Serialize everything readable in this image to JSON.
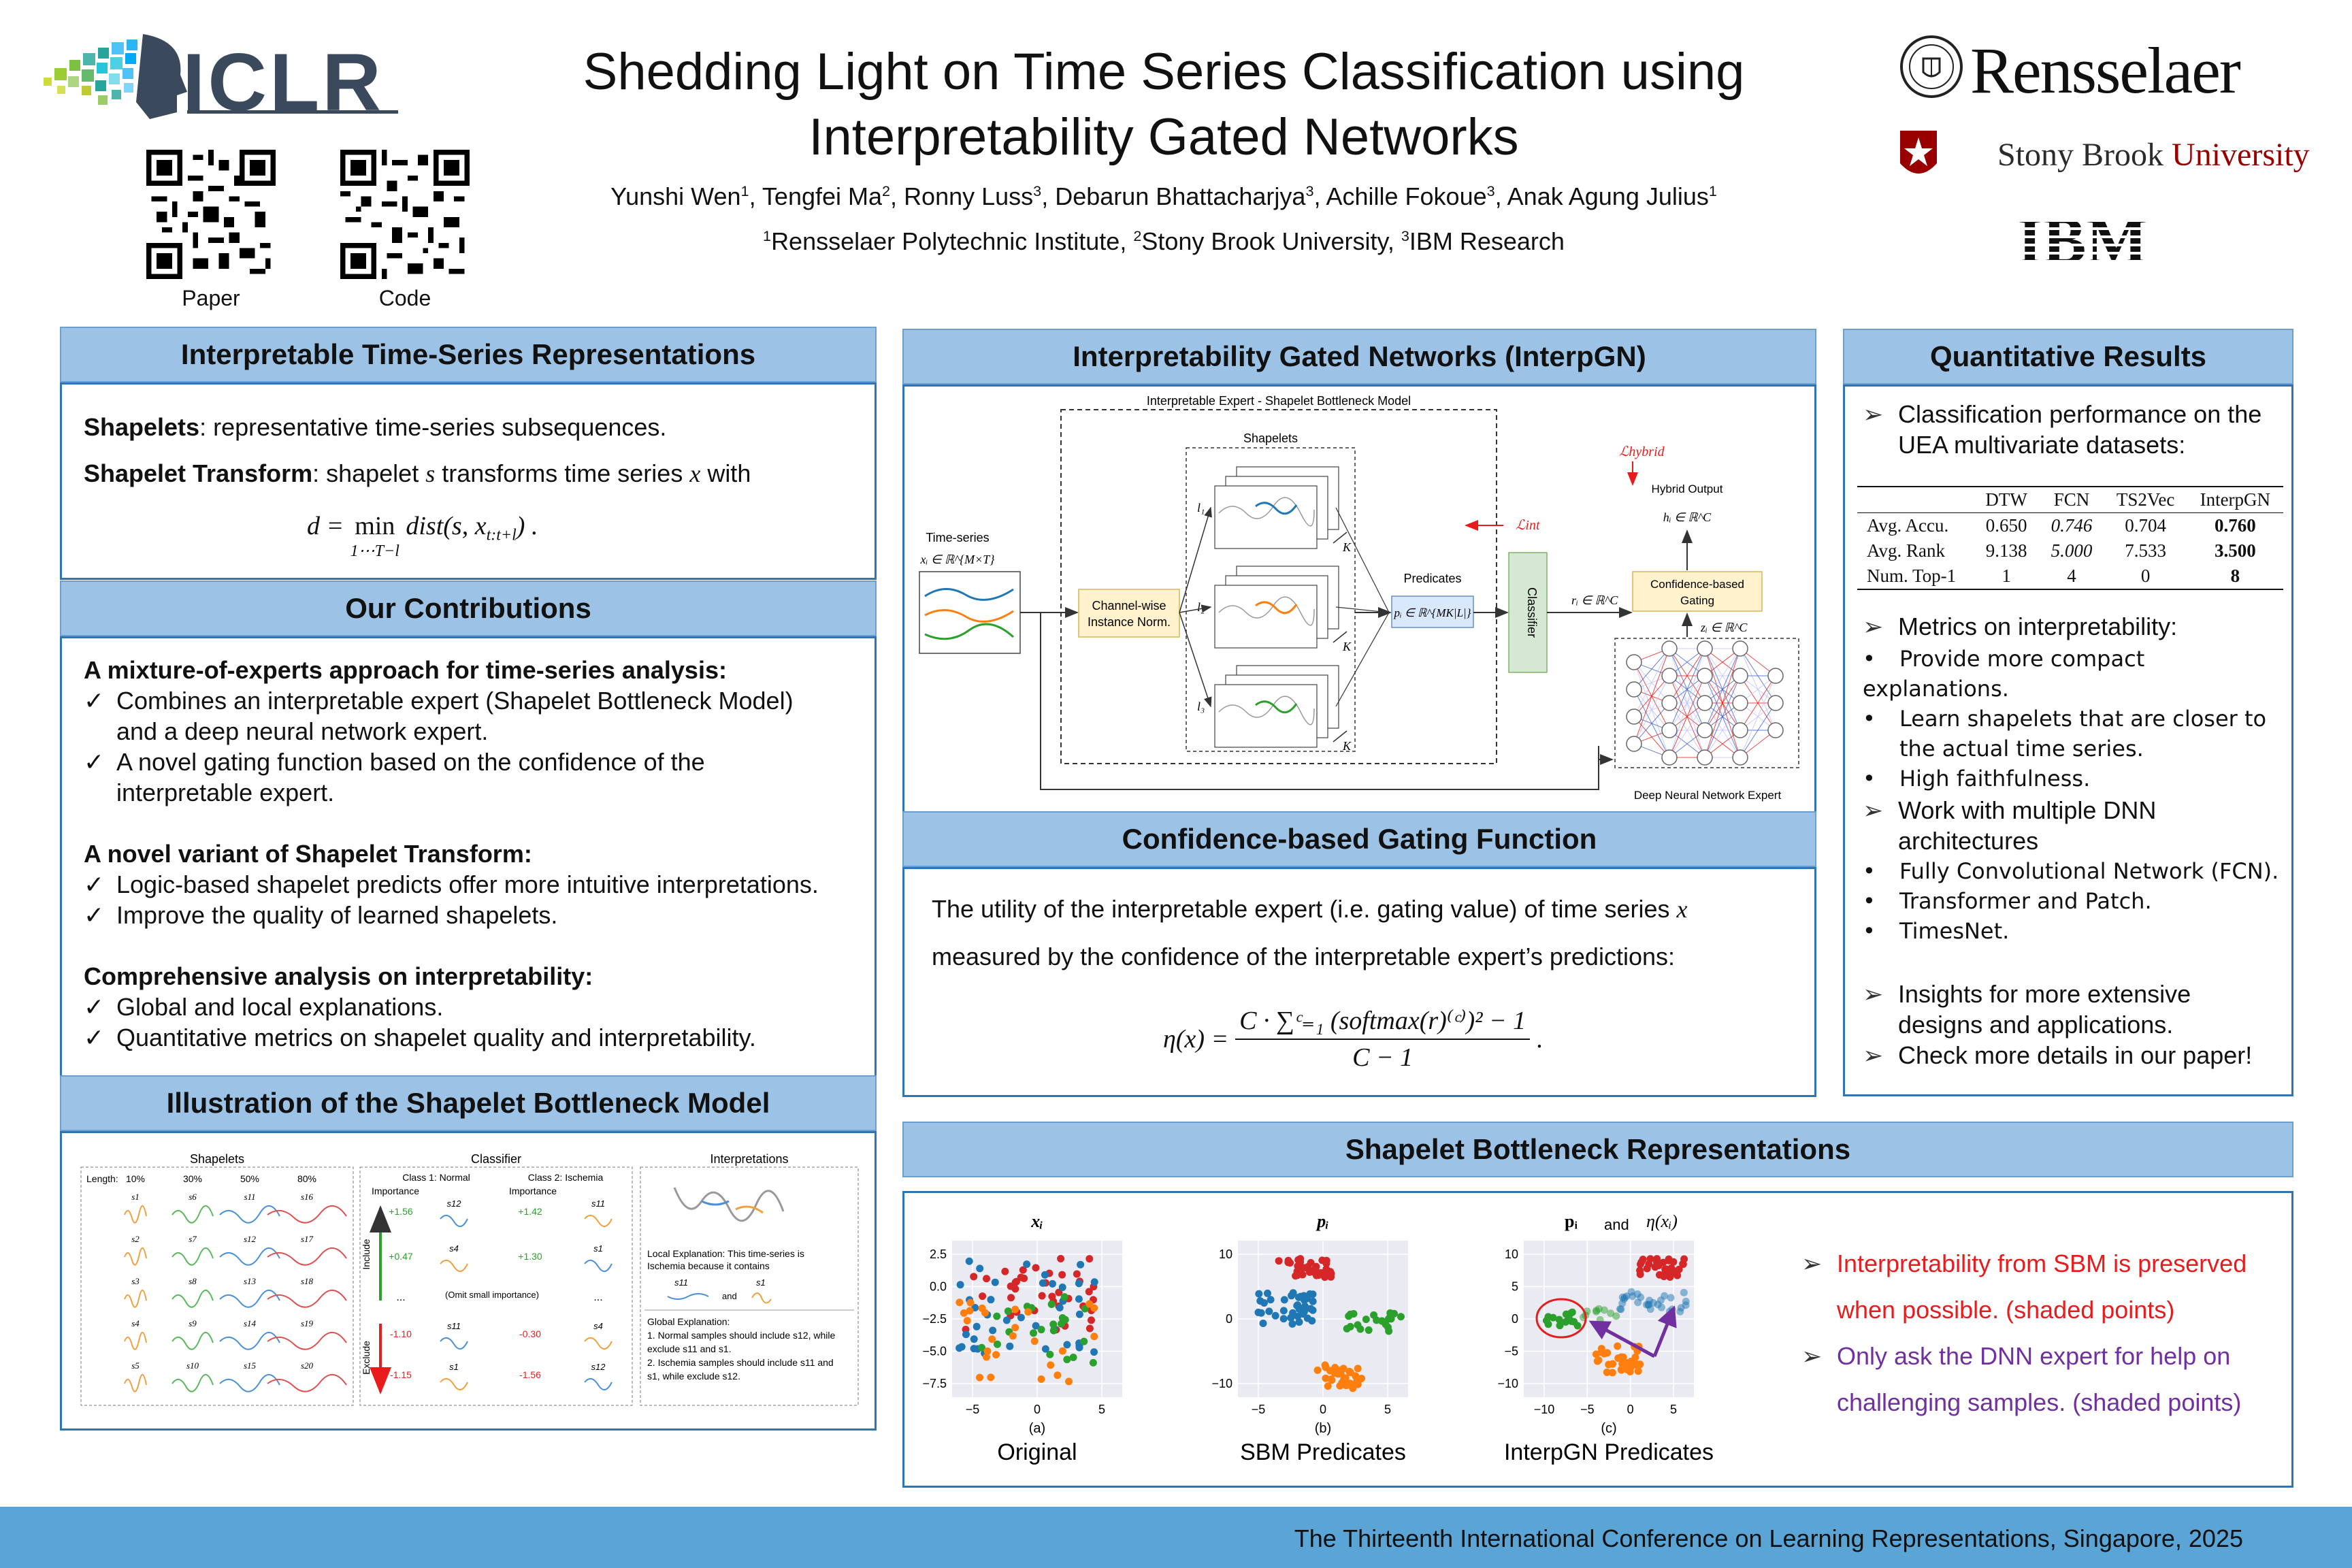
{
  "header": {
    "conference_logo": "ICLR",
    "title_line1": "Shedding Light on Time Series Classification using",
    "title_line2": "Interpretability Gated Networks",
    "authors": [
      {
        "name": "Yunshi Wen",
        "sup": "1"
      },
      {
        "name": "Tengfei Ma",
        "sup": "2"
      },
      {
        "name": "Ronny Luss",
        "sup": "3"
      },
      {
        "name": "Debarun Bhattacharjya",
        "sup": "3"
      },
      {
        "name": "Achille Fokoue",
        "sup": "3"
      },
      {
        "name": "Anak Agung Julius",
        "sup": "1"
      }
    ],
    "affiliations": [
      {
        "sup": "1",
        "name": "Rensselaer Polytechnic Institute"
      },
      {
        "sup": "2",
        "name": "Stony Brook University"
      },
      {
        "sup": "3",
        "name": "IBM Research"
      }
    ],
    "qr_paper_label": "Paper",
    "qr_code_label": "Code",
    "logo_rpi": "Rensselaer",
    "logo_sbu_a": "Stony Brook ",
    "logo_sbu_b": "University",
    "logo_ibm": "IBM"
  },
  "repr": {
    "heading": "Interpretable Time-Series Representations",
    "shapelets_term": "Shapelets",
    "shapelets_def": ": representative time-series subsequences.",
    "transform_term": "Shapelet Transform",
    "transform_def_a": ": shapelet ",
    "transform_def_s": "s",
    "transform_def_b": " transforms time series ",
    "transform_def_x": "x",
    "transform_def_c": " with",
    "eq_lhs": "d = ",
    "eq_min": "min",
    "eq_sub": "1⋯T−l",
    "eq_rhs": " dist(s, x",
    "eq_rhs_sub": "t:t+l",
    "eq_end": ") ."
  },
  "contrib": {
    "heading": "Our Contributions",
    "groups": [
      {
        "title": "A mixture-of-experts approach for time-series analysis:",
        "items": [
          "Combines an interpretable expert (Shapelet Bottleneck Model)",
          "and a deep neural network expert.",
          "A novel gating function based on the confidence of the",
          "interpretable expert."
        ]
      },
      {
        "title": "A novel variant of Shapelet Transform:",
        "items": [
          "Logic-based shapelet predicts offer more intuitive interpretations.",
          "Improve the quality of learned shapelets."
        ]
      },
      {
        "title": "Comprehensive analysis on interpretability:",
        "items": [
          "Global and local explanations.",
          "Quantitative metrics on shapelet quality and interpretability."
        ]
      }
    ]
  },
  "sbm_illus": {
    "heading": "Illustration of the Shapelet Bottleneck Model",
    "col_shapelets": "Shapelets",
    "col_classifier": "Classifier",
    "col_interp": "Interpretations",
    "length_label": "Length:",
    "lengths": [
      "10%",
      "30%",
      "50%",
      "80%"
    ],
    "shapelet_names": [
      [
        "s1",
        "s6",
        "s11",
        "s16"
      ],
      [
        "s2",
        "s7",
        "s12",
        "s17"
      ],
      [
        "s3",
        "s8",
        "s13",
        "s18"
      ],
      [
        "s4",
        "s9",
        "s14",
        "s19"
      ],
      [
        "s5",
        "s10",
        "s15",
        "s20"
      ]
    ],
    "class1": "Class 1: Normal",
    "class2": "Class 2: Ischemia",
    "importance": "Importance",
    "include": "Include",
    "exclude": "Exclude",
    "omit": "(Omit small importance)",
    "ellipsis": "...",
    "c1_rows": [
      {
        "v": "+1.56",
        "s": "s12"
      },
      {
        "v": "+0.47",
        "s": "s4"
      },
      {
        "v": "-1.10",
        "s": "s11"
      },
      {
        "v": "-1.15",
        "s": "s1"
      }
    ],
    "c2_rows": [
      {
        "v": "+1.42",
        "s": "s11"
      },
      {
        "v": "+1.30",
        "s": "s1"
      },
      {
        "v": "-0.30",
        "s": "s4"
      },
      {
        "v": "-1.56",
        "s": "s12"
      }
    ],
    "local_expl_a": "Local Explanation: This time-series is",
    "local_expl_b": "Ischemia because it contains",
    "local_and": "and",
    "local_s_a": "s11",
    "local_s_b": "s1",
    "global_title": "Global Explanation:",
    "global_1a": "1. Normal samples should include s12, while",
    "global_1b": "exclude s11 and s1.",
    "global_2a": "2. Ischemia samples should include s11 and",
    "global_2b": "s1, while exclude s12."
  },
  "interpgn": {
    "heading": "Interpretability Gated Networks (InterpGN)",
    "expert_box": "Interpretable Expert - Shapelet Bottleneck Model",
    "shapelets": "Shapelets",
    "timeseries": "Time-series",
    "ts_math": "xᵢ ∈ ℝ^{M×T}",
    "norm_a": "Channel-wise",
    "norm_b": "Instance Norm.",
    "l1": "l₁",
    "l2": "l₂",
    "l3": "l₃",
    "K": "K",
    "loss_int": "ℒint",
    "loss_hybrid": "ℒhybrid",
    "predicates": "Predicates",
    "pred_math": "pᵢ ∈ ℝ^{MK|L|}",
    "classifier": "Classifier",
    "r_math": "rᵢ ∈ ℝ^C",
    "hybrid": "Hybrid Output",
    "h_math": "hᵢ ∈ ℝ^C",
    "gating_a": "Confidence-based",
    "gating_b": "Gating",
    "z_math": "zᵢ ∈ ℝ^C",
    "dnn": "Deep Neural Network Expert"
  },
  "gating": {
    "heading": "Confidence-based Gating Function",
    "line1": "The utility of the interpretable expert (i.e. gating value) of time series ",
    "line1_x": "x",
    "line2": "measured by the confidence of the interpretable expert’s predictions:",
    "eq_lhs": "η(x) = ",
    "eq_num": "C · ∑ᶜ₌₁ (softmax(r)⁽ᶜ⁾)² − 1",
    "eq_den": "C − 1",
    "eq_end": "."
  },
  "results": {
    "heading": "Quantitative Results",
    "point1_a": "Classification performance on the",
    "point1_b": "UEA multivariate datasets:",
    "table_header": [
      "",
      "DTW",
      "FCN",
      "TS2Vec",
      "InterpGN"
    ],
    "table_rows": [
      [
        "Avg.  Accu.",
        "0.650",
        "0.746",
        "0.704",
        "0.760"
      ],
      [
        "Avg.  Rank",
        "9.138",
        "5.000",
        "7.533",
        "3.500"
      ],
      [
        "Num.  Top-1",
        "1",
        "4",
        "0",
        "8"
      ]
    ],
    "point2": "Metrics on interpretability:",
    "bullets2": [
      "Provide more compact explanations.",
      "Learn shapelets that are closer to",
      "the actual time series.",
      "High faithfulness."
    ],
    "point3_a": "Work with multiple DNN",
    "point3_b": "architectures",
    "bullets3": [
      "Fully Convolutional Network (FCN).",
      "Transformer and Patch.",
      "TimesNet."
    ],
    "point4_a": "Insights for more extensive",
    "point4_b": "designs and applications.",
    "point5": "Check more details in our paper!"
  },
  "sbr": {
    "heading": "Shapelet Bottleneck Representations",
    "plots": [
      {
        "title": "xᵢ",
        "sub": "(a)",
        "caption": "Original",
        "yticks": [
          "2.5",
          "0.0",
          "−2.5",
          "−5.0",
          "−7.5"
        ],
        "xticks": [
          "−5",
          "0",
          "5"
        ]
      },
      {
        "title": "pᵢ",
        "sub": "(b)",
        "caption": "SBM Predicates",
        "yticks": [
          "10",
          "0",
          "−10"
        ],
        "xticks": [
          "−5",
          "0",
          "5"
        ]
      },
      {
        "title": "pᵢ",
        "title_and": "and",
        "title_b": "η(xᵢ)",
        "sub": "(c)",
        "caption": "InterpGN Predicates",
        "yticks": [
          "10",
          "5",
          "0",
          "−5",
          "−10"
        ],
        "xticks": [
          "−10",
          "−5",
          "0",
          "5"
        ]
      }
    ],
    "red_a": "Interpretability from SBM is preserved",
    "red_b": "when possible. (shaded points)",
    "purple_a": "Only ask the DNN expert for help on",
    "purple_b": "challenging samples. (shaded points)"
  },
  "footer": "The Thirteenth International Conference on Learning Representations, Singapore, 2025",
  "colors": {
    "panel_head": "#9cc3e6",
    "panel_border": "#2e75b6",
    "footer": "#5aa4d6",
    "red": "#e81c1c",
    "purple": "#7030a0"
  }
}
